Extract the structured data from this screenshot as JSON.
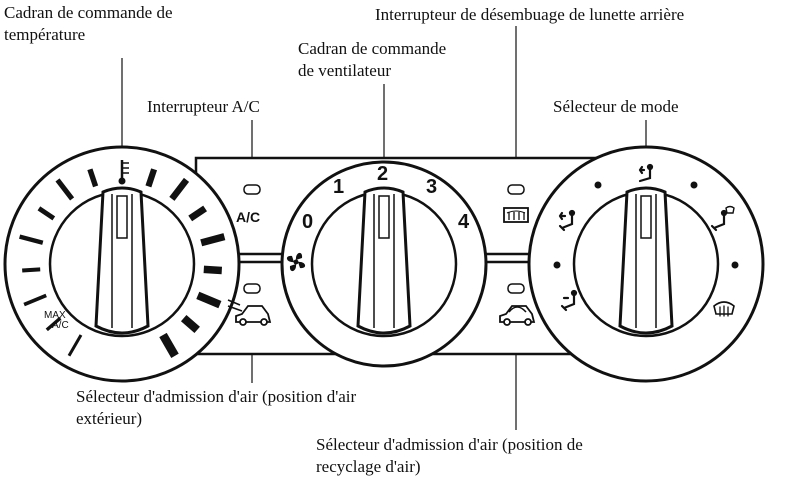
{
  "labels": {
    "temp_dial": "Cadran de commande de\ntempérature",
    "rear_defog": "Interrupteur de désembuage de lunette arrière",
    "fan_dial": "Cadran de commande\nde ventilateur",
    "ac_switch": "Interrupteur A/C",
    "mode_selector": "Sélecteur de mode",
    "intake_outside": "Sélecteur d'admission d'air (position d'air\nextérieur)",
    "intake_recirc": "Sélecteur d'admission d'air (position de\nrecyclage d'air)"
  },
  "panel": {
    "ac_text": "A/C",
    "max_ac_line1": "MAX",
    "max_ac_line2": "A/C",
    "fan_speeds": [
      "0",
      "1",
      "2",
      "3",
      "4"
    ]
  }
}
